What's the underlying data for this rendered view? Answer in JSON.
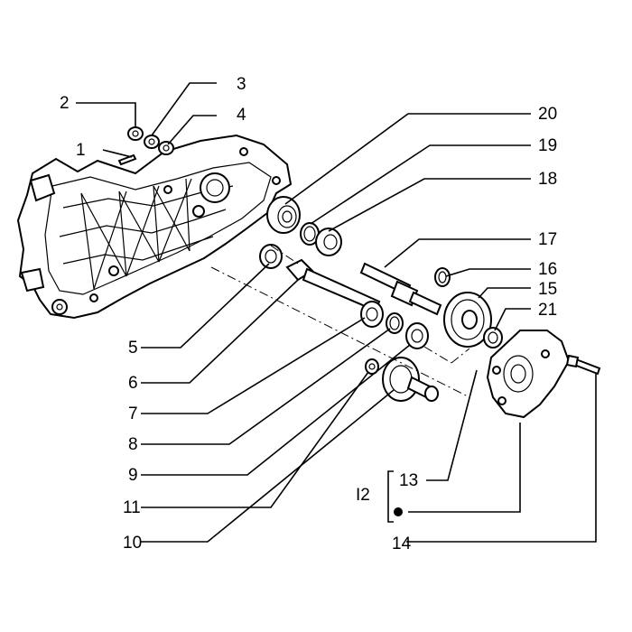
{
  "diagram": {
    "labels": {
      "l1": "1",
      "l2": "2",
      "l3": "3",
      "l4": "4",
      "l5": "5",
      "l6": "6",
      "l7": "7",
      "l8": "8",
      "l9": "9",
      "l10": "10",
      "l11": "11",
      "l12": "I2",
      "l13": "13",
      "l14": "14",
      "l15": "15",
      "l16": "16",
      "l17": "17",
      "l18": "18",
      "l19": "19",
      "l20": "20",
      "l21": "21"
    }
  }
}
